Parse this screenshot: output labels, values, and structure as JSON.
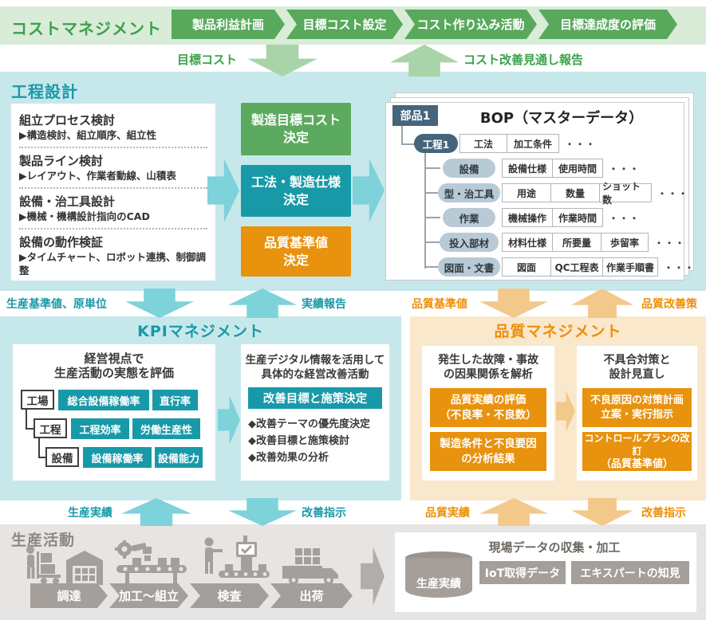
{
  "colors": {
    "green": "#58a95c",
    "green_text": "#3aa24b",
    "green_band_bg": "#d8ecd8",
    "green_arrow": "#a9d3a9",
    "teal": "#1899a8",
    "teal_bg": "#c7e8eb",
    "teal_arrow": "#7ed2da",
    "orange": "#e8920e",
    "orange_text": "#ee8f07",
    "orange_bg": "#fae8cd",
    "orange_arrow": "#f3c88b",
    "slate": "#44657b",
    "slate_light": "#b8cad5",
    "gray": "#a49f9a",
    "gray_bg": "#e6e5e3"
  },
  "cost_management": {
    "title": "コストマネジメント",
    "steps": [
      "製品利益計画",
      "目標コスト設定",
      "コスト作り込み活動",
      "目標達成度の評価"
    ],
    "down_label": "目標コスト",
    "up_label": "コスト改善見通し報告"
  },
  "process_design": {
    "title": "工程設計",
    "items": [
      {
        "heading": "組立プロセス検討",
        "detail": "▶構造検討、組立順序、組立性"
      },
      {
        "heading": "製品ライン検討",
        "detail": "▶レイアウト、作業者動線、山積表"
      },
      {
        "heading": "設備・治工具設計",
        "detail": "▶機械・機構設計指向のCAD"
      },
      {
        "heading": "設備の動作検証",
        "detail": "▶タイムチャート、ロボット連携、制御調整"
      }
    ],
    "decisions": [
      {
        "line1": "製造目標コスト",
        "line2": "決定",
        "color": "#5caa5f"
      },
      {
        "line1": "工法・製造仕様",
        "line2": "決定",
        "color": "#1899a8"
      },
      {
        "line1": "品質基準値",
        "line2": "決定",
        "color": "#e8920e"
      }
    ],
    "bop": {
      "part_label": "部品1",
      "title": "BOP（マスターデータ）",
      "rows": [
        {
          "node": "工程1",
          "cells": [
            "工法",
            "加工条件"
          ],
          "dots": "・・・"
        },
        {
          "node": "設備",
          "cells": [
            "設備仕様",
            "使用時間"
          ],
          "dots": "・・・"
        },
        {
          "node": "型・治工具",
          "cells": [
            "用途",
            "数量",
            "ショット数"
          ],
          "dots": "・・・"
        },
        {
          "node": "作業",
          "cells": [
            "機械操作",
            "作業時間"
          ],
          "dots": "・・・"
        },
        {
          "node": "投入部材",
          "cells": [
            "材料仕様",
            "所要量",
            "歩留率"
          ],
          "dots": "・・・"
        },
        {
          "node": "図面・文書",
          "cells": [
            "図面",
            "QC工程表",
            "作業手順書"
          ],
          "dots": "・・・"
        }
      ]
    }
  },
  "mid_flows": {
    "left_down": "生産基準値、原単位",
    "left_up": "実績報告",
    "right_down": "品質基準値",
    "right_up": "品質改善策"
  },
  "kpi_management": {
    "title": "KPIマネジメント",
    "eval_box": {
      "title_line1": "経営視点で",
      "title_line2": "生産活動の実態を評価",
      "rows": [
        {
          "level": "工場",
          "metrics": [
            "総合設備稼働率",
            "直行率"
          ]
        },
        {
          "level": "工程",
          "metrics": [
            "工程効率",
            "労働生産性"
          ]
        },
        {
          "level": "設備",
          "metrics": [
            "設備稼働率",
            "設備能力"
          ]
        }
      ]
    },
    "improve_box": {
      "title_line1": "生産デジタル情報を活用して",
      "title_line2": "具体的な経営改善活動",
      "banner": "改善目標と施策決定",
      "bullets": [
        "◆改善テーマの優先度決定",
        "◆改善目標と施策検討",
        "◆改善効果の分析"
      ]
    }
  },
  "quality_management": {
    "title": "品質マネジメント",
    "analysis_box": {
      "title_line1": "発生した故障・事故",
      "title_line2": "の因果関係を解析",
      "items": [
        {
          "line1": "品質実績の評価",
          "line2": "（不良率・不良数）"
        },
        {
          "line1": "製造条件と不良要因",
          "line2": "の分析結果"
        }
      ]
    },
    "action_box": {
      "title_line1": "不具合対策と",
      "title_line2": "設計見直し",
      "items": [
        {
          "line1": "不良原因の対策計画",
          "line2": "立案・実行指示"
        },
        {
          "line1": "コントロールプランの改訂",
          "line2": "（品質基準値）"
        }
      ]
    }
  },
  "bottom_flows": {
    "left_up": "生産実績",
    "left_down": "改善指示",
    "right_up": "品質実績",
    "right_down": "改善指示"
  },
  "production": {
    "title": "生産活動",
    "steps": [
      "調達",
      "加工〜組立",
      "検査",
      "出荷"
    ],
    "icons": [
      "worker-cart-icon",
      "warehouse-icon",
      "robot-conveyor-icon",
      "inspection-icon",
      "truck-icon"
    ],
    "data_box": {
      "title": "現場データの収集・加工",
      "cylinder_label": "生産実績",
      "tags": [
        "IoT取得データ",
        "エキスパートの知見"
      ]
    }
  }
}
